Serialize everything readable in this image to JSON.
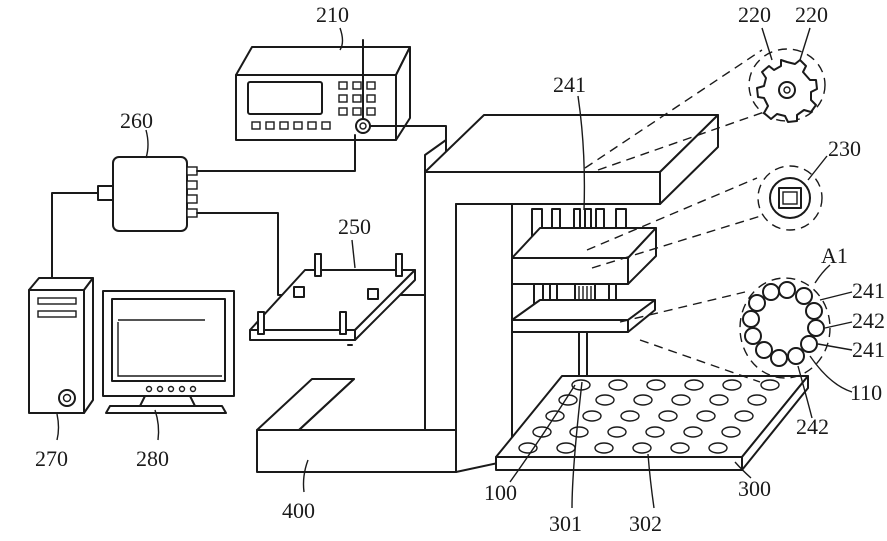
{
  "labels": {
    "l210": "210",
    "l220a": "220",
    "l220b": "220",
    "l230": "230",
    "l241_top": "241",
    "l260": "260",
    "l250": "250",
    "lA1": "A1",
    "l241_r1": "241",
    "l242_r1": "242",
    "l241_r2": "241",
    "l110": "110",
    "l242_r2": "242",
    "l270": "270",
    "l280": "280",
    "l400": "400",
    "l100": "100",
    "l300": "300",
    "l301": "301",
    "l302": "302"
  }
}
